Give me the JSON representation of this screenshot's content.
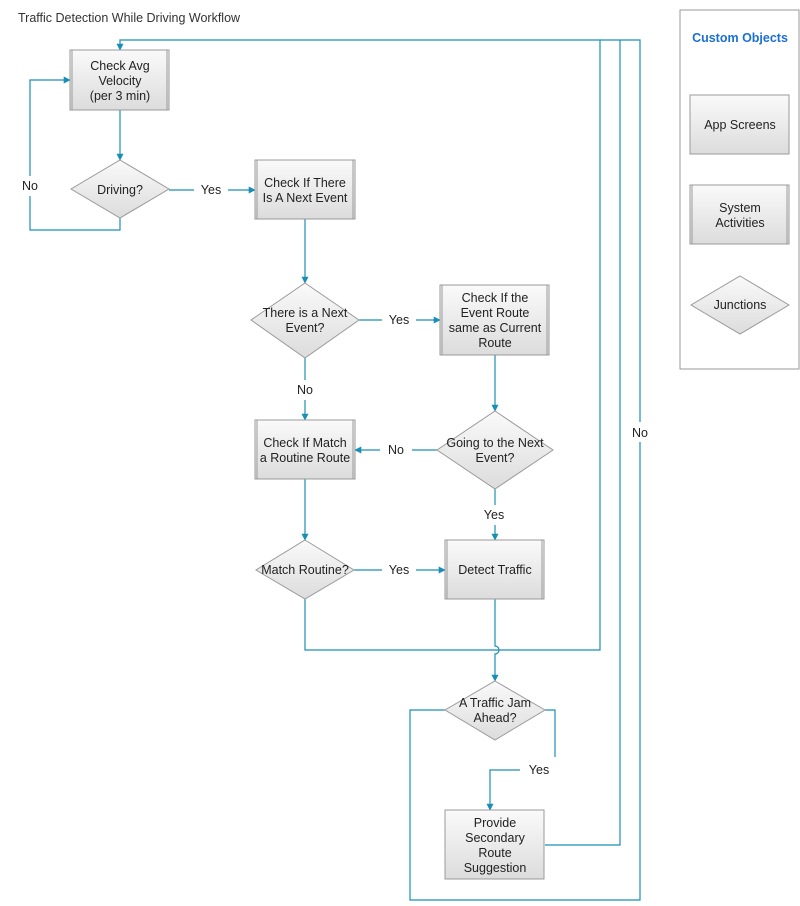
{
  "diagram": {
    "title": "Traffic Detection While Driving Workflow",
    "accent_color": "#1a8fb5",
    "legend": {
      "title": "Custom Objects",
      "title_color": "#1a6fd6",
      "items": [
        {
          "id": "legend-app-screens",
          "shape": "rect",
          "lines": [
            "App Screens"
          ]
        },
        {
          "id": "legend-system-activities",
          "shape": "rect",
          "lines": [
            "System",
            "Activities"
          ]
        },
        {
          "id": "legend-junctions",
          "shape": "diamond",
          "lines": [
            "Junctions"
          ]
        }
      ]
    },
    "nodes": [
      {
        "id": "check-avg-velocity",
        "shape": "rect",
        "lines": [
          "Check Avg",
          "Velocity",
          "(per 3 min)"
        ]
      },
      {
        "id": "driving",
        "shape": "diamond",
        "lines": [
          "Driving?"
        ]
      },
      {
        "id": "check-next-event",
        "shape": "rect",
        "lines": [
          "Check If There",
          "Is A Next Event"
        ]
      },
      {
        "id": "there-is-next-event",
        "shape": "diamond",
        "lines": [
          "There is a Next",
          "Event?"
        ]
      },
      {
        "id": "check-event-route",
        "shape": "rect",
        "lines": [
          "Check If the",
          "Event Route",
          "same as Current",
          "Route"
        ]
      },
      {
        "id": "check-routine-route",
        "shape": "rect",
        "lines": [
          "Check If Match",
          "a Routine Route"
        ]
      },
      {
        "id": "going-to-next-event",
        "shape": "diamond",
        "lines": [
          "Going to the Next",
          "Event?"
        ]
      },
      {
        "id": "match-routine",
        "shape": "diamond",
        "lines": [
          "Match Routine?"
        ]
      },
      {
        "id": "detect-traffic",
        "shape": "rect",
        "lines": [
          "Detect Traffic"
        ]
      },
      {
        "id": "traffic-jam-ahead",
        "shape": "diamond",
        "lines": [
          "A Traffic Jam",
          "Ahead?"
        ]
      },
      {
        "id": "secondary-route",
        "shape": "rect",
        "lines": [
          "Provide",
          "Secondary",
          "Route",
          "Suggestion"
        ]
      }
    ],
    "edge_labels": [
      {
        "id": "driving-no",
        "text": "No"
      },
      {
        "id": "driving-yes",
        "text": "Yes"
      },
      {
        "id": "next-event-yes",
        "text": "Yes"
      },
      {
        "id": "next-event-no",
        "text": "No"
      },
      {
        "id": "going-no",
        "text": "No"
      },
      {
        "id": "going-yes",
        "text": "Yes"
      },
      {
        "id": "routine-yes",
        "text": "Yes"
      },
      {
        "id": "jam-yes",
        "text": "Yes"
      },
      {
        "id": "jam-no",
        "text": "No"
      }
    ]
  }
}
